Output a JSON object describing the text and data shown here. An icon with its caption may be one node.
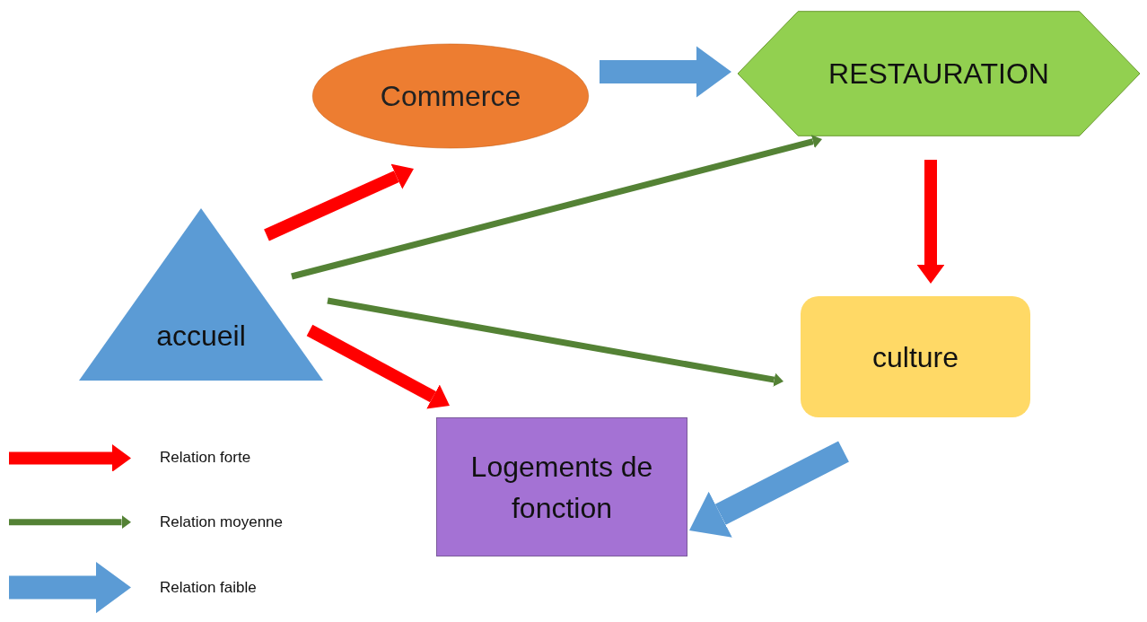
{
  "diagram": {
    "nodes": [
      {
        "text": [
          "Commerce"
        ]
      },
      {
        "text": [
          "RESTAURATION"
        ]
      },
      {
        "text": [
          "accueil"
        ]
      },
      {
        "text": [
          "culture"
        ]
      },
      {
        "text": [
          "Logements de fonction"
        ]
      }
    ],
    "edges": [
      {
        "from": 2,
        "to": 0,
        "arrow": "to",
        "color": "#ff0000"
      },
      {
        "from": 0,
        "to": 1,
        "arrow": "to",
        "style": "thick",
        "color": "#5b9bd5"
      },
      {
        "from": 2,
        "to": 1,
        "arrow": "to",
        "color": "#548235"
      },
      {
        "from": 1,
        "to": 3,
        "arrow": "to",
        "color": "#ff0000"
      },
      {
        "from": 2,
        "to": 3,
        "arrow": "to",
        "color": "#548235"
      },
      {
        "from": 2,
        "to": 4,
        "arrow": "to",
        "color": "#ff0000"
      },
      {
        "from": 3,
        "to": 4,
        "arrow": "to",
        "style": "thick",
        "color": "#5b9bd5"
      }
    ],
    "legend": [
      {
        "text": "Relation forte",
        "color": "#ff0000"
      },
      {
        "text": "Relation moyenne",
        "color": "#548235"
      },
      {
        "text": "Relation faible",
        "color": "#5b9bd5"
      }
    ]
  }
}
